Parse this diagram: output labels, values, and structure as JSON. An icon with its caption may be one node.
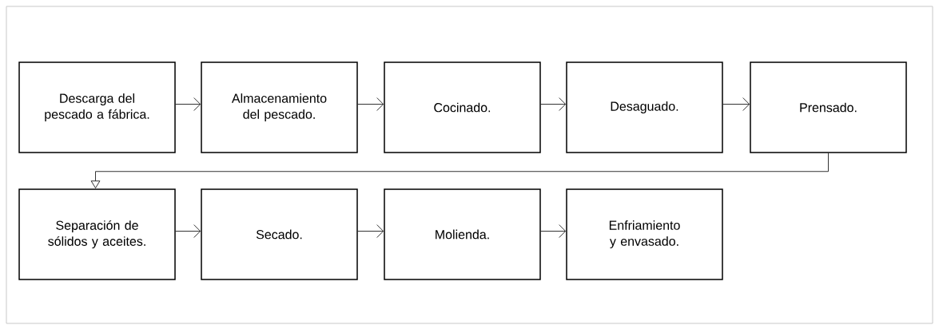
{
  "diagram": {
    "nodes": [
      {
        "text": [
          "Descarga del pescado a fábrica."
        ]
      },
      {
        "text": [
          "Almacenamiento del pescado."
        ]
      },
      {
        "text": [
          "Cocinado."
        ]
      },
      {
        "text": [
          "Desaguado."
        ]
      },
      {
        "text": [
          "Prensado."
        ]
      },
      {
        "text": [
          "Separación de sólidos y aceites."
        ]
      },
      {
        "text": [
          "Secado."
        ]
      },
      {
        "text": [
          "Molienda."
        ]
      },
      {
        "text": [
          "Enfriamiento y envasado."
        ]
      }
    ],
    "edges": [
      {
        "from": 0,
        "to": 1,
        "arrow": "to"
      },
      {
        "from": 1,
        "to": 2,
        "arrow": "to"
      },
      {
        "from": 2,
        "to": 3,
        "arrow": "to"
      },
      {
        "from": 3,
        "to": 4,
        "arrow": "to"
      },
      {
        "from": 4,
        "to": 5,
        "arrow": "to"
      },
      {
        "from": 5,
        "to": 6,
        "arrow": "to"
      },
      {
        "from": 6,
        "to": 7,
        "arrow": "to"
      },
      {
        "from": 7,
        "to": 8,
        "arrow": "to"
      }
    ]
  }
}
